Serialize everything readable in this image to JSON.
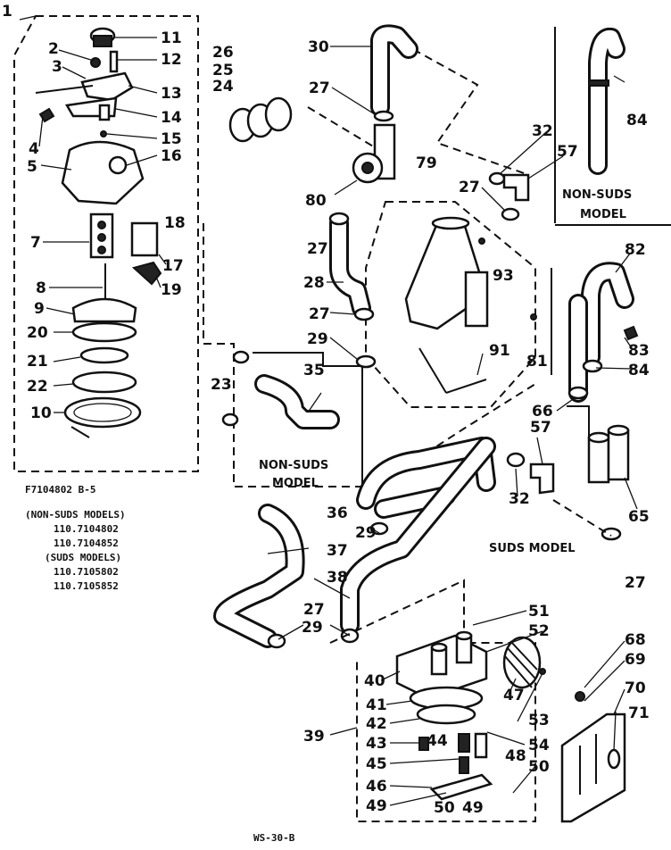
{
  "callouts": {
    "n1": "1",
    "n2": "2",
    "n3": "3",
    "n4": "4",
    "n5": "5",
    "n7": "7",
    "n8": "8",
    "n9": "9",
    "n10": "10",
    "n11": "11",
    "n12": "12",
    "n13": "13",
    "n14": "14",
    "n15": "15",
    "n16": "16",
    "n17": "17",
    "n18": "18",
    "n19": "19",
    "n20": "20",
    "n21": "21",
    "n22": "22",
    "n23": "23",
    "n24": "24",
    "n25": "25",
    "n26": "26",
    "n27a": "27",
    "n27b": "27",
    "n27c": "27",
    "n27d": "27",
    "n27e": "27",
    "n27f": "27",
    "n28": "28",
    "n29a": "29",
    "n29b": "29",
    "n29c": "29",
    "n30": "30",
    "n32a": "32",
    "n32b": "32",
    "n35": "35",
    "n36": "36",
    "n37": "37",
    "n38": "38",
    "n39": "39",
    "n40": "40",
    "n41": "41",
    "n42": "42",
    "n43": "43",
    "n44": "44",
    "n45": "45",
    "n46": "46",
    "n47": "47",
    "n48": "48",
    "n49a": "49",
    "n49b": "49",
    "n50a": "50",
    "n50b": "50",
    "n51": "51",
    "n52": "52",
    "n53": "53",
    "n54": "54",
    "n57a": "57",
    "n57b": "57",
    "n65": "65",
    "n66": "66",
    "n68": "68",
    "n69": "69",
    "n70": "70",
    "n71": "71",
    "n79": "79",
    "n80": "80",
    "n81": "81",
    "n82": "82",
    "n83": "83",
    "n84a": "84",
    "n84b": "84",
    "n91": "91",
    "n93": "93"
  },
  "section_labels": {
    "non_suds_top_1": "NON-SUDS",
    "non_suds_top_2": "MODEL",
    "non_suds_mid_1": "NON-SUDS",
    "non_suds_mid_2": "MODEL",
    "suds_model": "SUDS MODEL"
  },
  "model_info": {
    "drawing_code": "F7104802 B-5",
    "line1": "(NON-SUDS MODELS)",
    "line2": "110.7104802",
    "line3": "110.7104852",
    "line4": "(SUDS  MODELS)",
    "line5": "110.7105802",
    "line6": "110.7105852"
  },
  "footer_code": "WS-30-B"
}
